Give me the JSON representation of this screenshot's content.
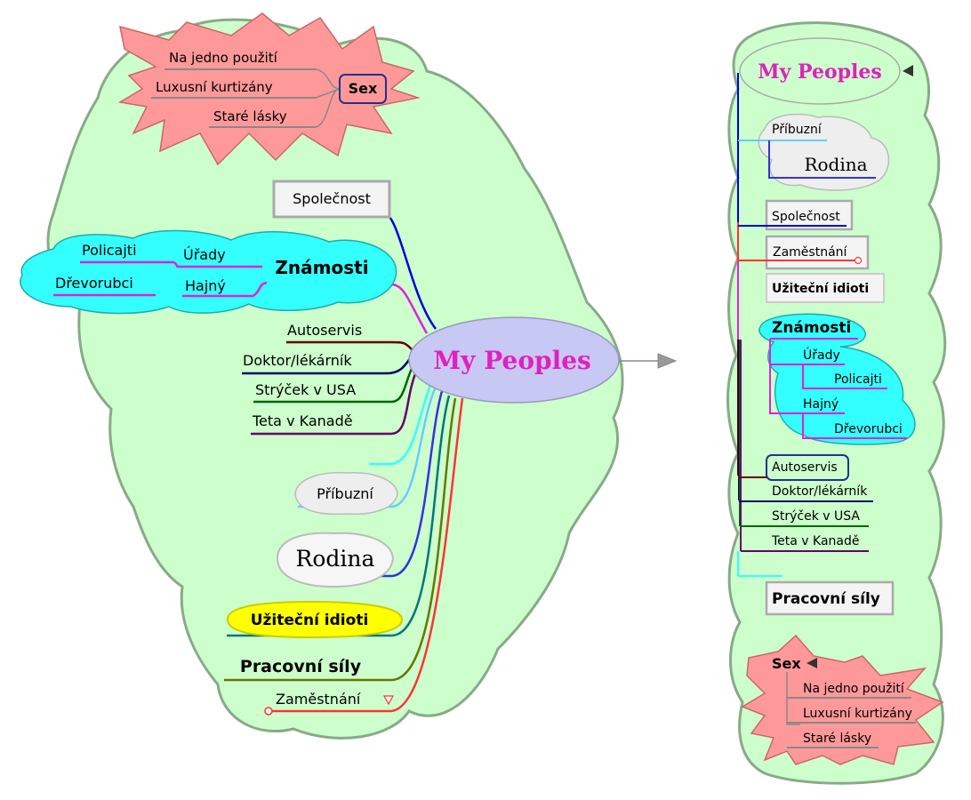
{
  "left_map": {
    "root": "My Peoples",
    "sex": {
      "label": "Sex",
      "items": [
        "Na jedno použití",
        "Luxusní kurtizány",
        "Staré lásky"
      ]
    },
    "spolecnost": "Společnost",
    "znamosti": {
      "label": "Známosti",
      "items": [
        "Policajti",
        "Úřady",
        "Dřevorubci",
        "Hajný"
      ]
    },
    "contacts": [
      "Autoservis",
      "Doktor/lékárník",
      "Strýček v USA",
      "Teta v Kanadě"
    ],
    "pribuzni": "Příbuzní",
    "rodina": "Rodina",
    "uzitecni": "Užiteční idioti",
    "pracovni": "Pracovní síly",
    "zamestnani": "Zaměstnání"
  },
  "right_map": {
    "root": "My Peoples",
    "pribuzni": "Příbuzní",
    "rodina": "Rodina",
    "spolecnost": "Společnost",
    "zamestnani": "Zaměstnání",
    "uzitecni": "Užiteční idioti",
    "znamosti": {
      "label": "Známosti",
      "uradi": "Úřady",
      "policajti": "Policajti",
      "hajny": "Hajný",
      "drevorubci": "Dřevorubci"
    },
    "contacts": [
      "Autoservis",
      "Doktor/lékárník",
      "Strýček v USA",
      "Teta v Kanadě"
    ],
    "pracovni": "Pracovní síly",
    "sex": {
      "label": "Sex",
      "items": [
        "Na jedno použití",
        "Luxusní kurtizány",
        "Staré lásky"
      ]
    }
  },
  "colors": {
    "cloud_fill": "#ccffcc",
    "cloud_stroke": "#88aa88",
    "root_fill": "#c8c8f4",
    "root_text": "#e020c0",
    "cyan_cloud": "#33ffff",
    "sex_fill": "#ff9999",
    "yellow": "#ffff00",
    "magenta": "#e020e0",
    "blue": "#0000dd"
  }
}
